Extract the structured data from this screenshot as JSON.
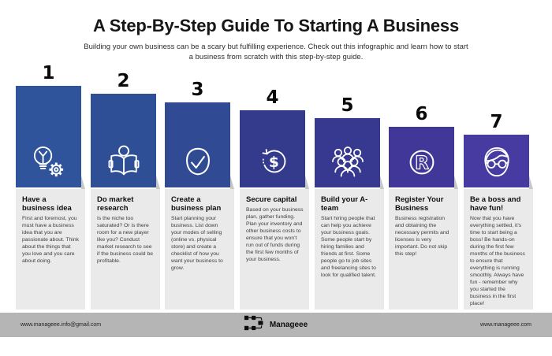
{
  "header": {
    "title": "A Step-By-Step Guide To Starting A Business",
    "subtitle": "Building your own business can be a scary but fulfilling experience. Check out this infographic and learn how to start a business from scratch with this step-by-step guide."
  },
  "steps": [
    {
      "number": "1",
      "heading": "Have a business idea",
      "description": "First and foremost, you must have a business idea that you are passionate about. Think about the things that you love and you care about doing.",
      "icon": "lightbulb-gear-icon",
      "color": "#2F549B"
    },
    {
      "number": "2",
      "heading": "Do market research",
      "description": "Is the niche too saturated? Or is there room for a new player like you? Conduct market research to see if the business could be profitable.",
      "icon": "reading-book-icon",
      "color": "#2E4E96"
    },
    {
      "number": "3",
      "heading": "Create a business plan",
      "description": "Start planning your business. List down your modes of selling (online vs. physical store) and create a checklist of how you want your business to grow.",
      "icon": "head-check-icon",
      "color": "#314A94"
    },
    {
      "number": "4",
      "heading": "Secure capital",
      "description": "Based on your business plan, gather funding. Plan your inventory and other business costs to ensure that you won't run out of funds during the first few months of your business.",
      "icon": "dollar-refresh-icon",
      "color": "#343B8D"
    },
    {
      "number": "5",
      "heading": "Build your A-team",
      "description": "Start hiring people that can help you achieve your business goals. Some people start by hiring families and friends at first. Some people go to job sites and freelancing sites to look for qualified talent.",
      "icon": "team-icon",
      "color": "#37388F"
    },
    {
      "number": "6",
      "heading": "Register Your Business",
      "description": "Business registration and obtaining the necessary permits and licenses is very important. Do not skip this step!",
      "icon": "registered-trademark-icon",
      "color": "#403798"
    },
    {
      "number": "7",
      "heading": "Be a boss and have fun!",
      "description": "Now that you have everything settled, it's time to start being a boss! Be hands-on during the first few months of the business to ensure that everything is running smoothly. Always have fun - remember why you started the business in the first place!",
      "icon": "face-glasses-icon",
      "color": "#473BA1"
    }
  ],
  "footer": {
    "email": "www.manageee.info@gmail.com",
    "brand": "Manageee",
    "website": "www.manageee.com"
  },
  "colors": {
    "panel_bg": "#EAEAEA",
    "footer_bg": "#B5B5B5",
    "fold_shadow": "#C8C8C8"
  }
}
